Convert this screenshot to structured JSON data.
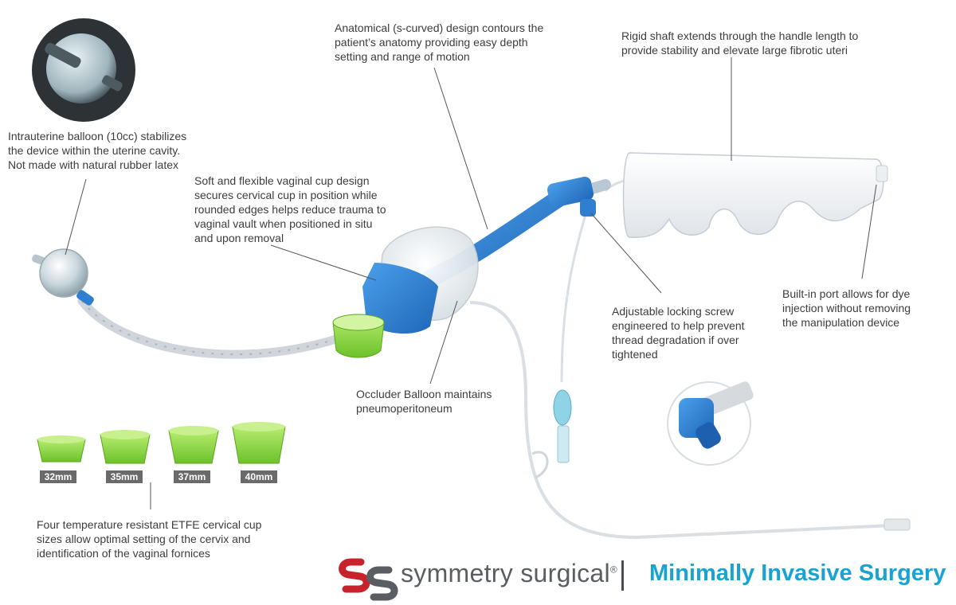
{
  "callouts": {
    "balloon": [
      "Intrauterine balloon (10cc) stabilizes",
      "the device within the uterine cavity.",
      "Not made with natural rubber latex"
    ],
    "anatomical": [
      "Anatomical (s-curved) design contours the",
      "patient’s anatomy providing  easy depth",
      "setting and range of motion"
    ],
    "shaft": [
      "Rigid shaft extends through the handle length to",
      "provide stability and elevate large fibrotic uteri"
    ],
    "cup": [
      "Soft and flexible vaginal cup design",
      "secures cervical cup in position while",
      "rounded edges helps reduce trauma to",
      "vaginal vault when positioned in situ",
      "and upon removal"
    ],
    "port": [
      "Built-in port allows for dye",
      "injection without removing",
      "the manipulation device"
    ],
    "screw": [
      "Adjustable locking screw",
      "engineered to help prevent",
      "thread degradation if over",
      "tightened"
    ],
    "occluder": [
      "Occluder Balloon maintains",
      "pneumoperitoneum"
    ],
    "sizes": [
      "Four temperature resistant ETFE cervical cup",
      "sizes allow optimal setting of the cervix and",
      "identification of the vaginal fornices"
    ]
  },
  "cup_sizes": [
    "32mm",
    "35mm",
    "37mm",
    "40mm"
  ],
  "brand": {
    "name": "symmetry surgical",
    "registered": "®",
    "separator": "|",
    "tagline": "Minimally Invasive Surgery"
  },
  "colors": {
    "accent_blue": "#2f7fd0",
    "cup_green": "#7fcf3a",
    "brand_red": "#c8232c",
    "brand_gray": "#5a5d61",
    "tagline_blue": "#17a4d2"
  }
}
